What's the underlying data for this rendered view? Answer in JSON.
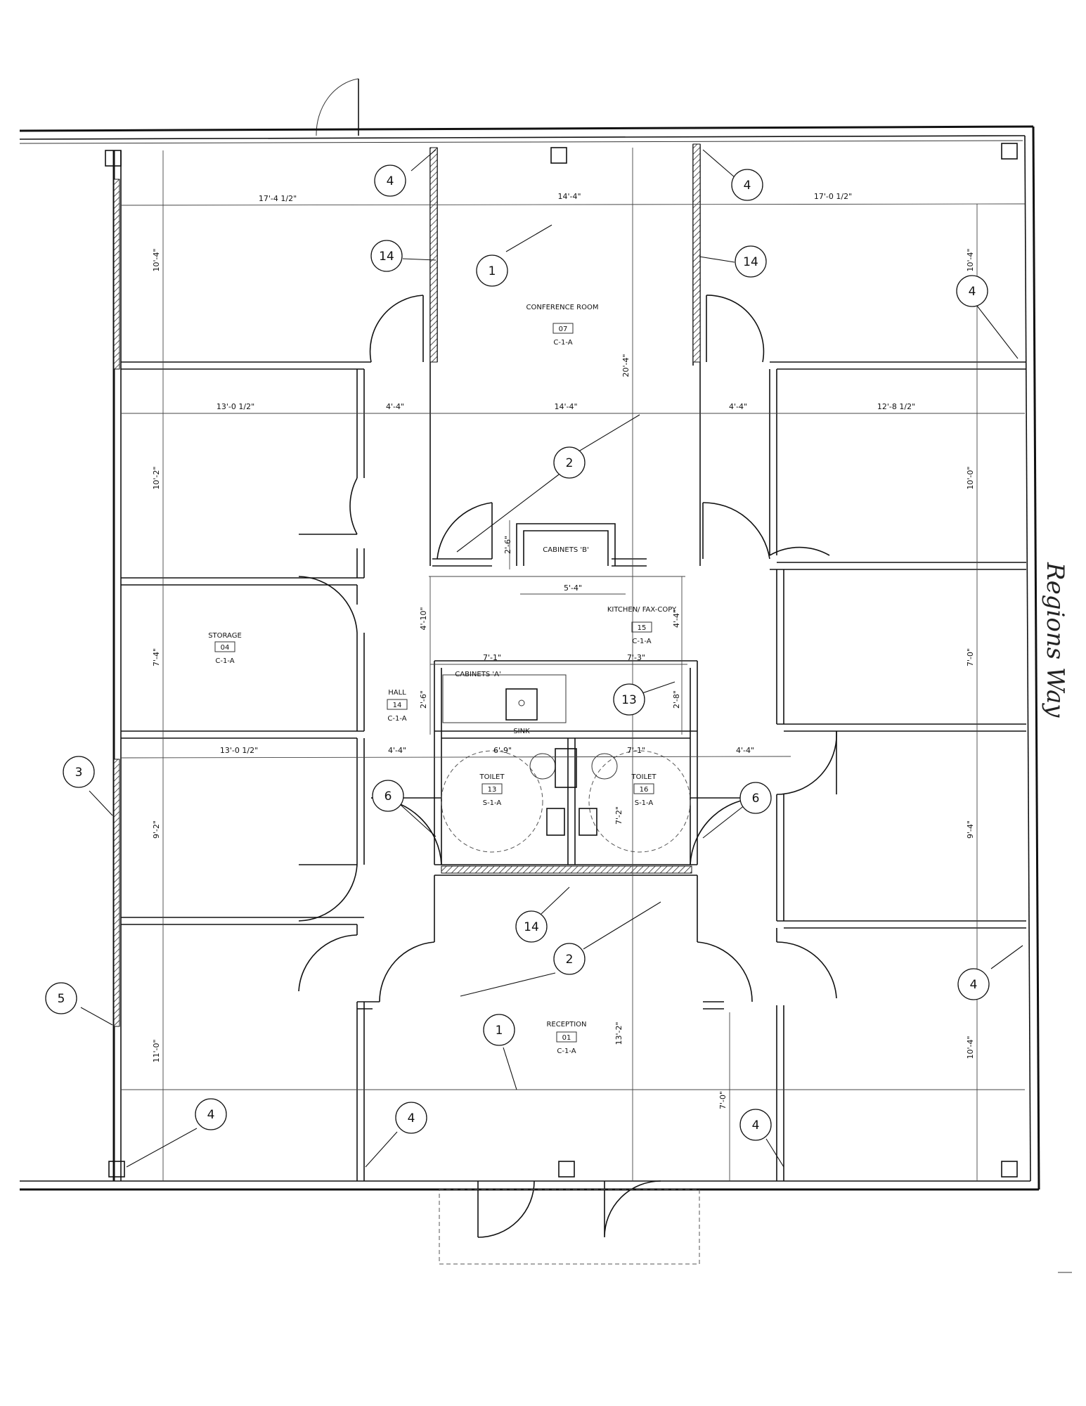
{
  "annotation": "Regions Way",
  "rooms": [
    {
      "name": "CONFERENCE ROOM",
      "number": "07",
      "code": "C-1-A"
    },
    {
      "name": "STORAGE",
      "number": "04",
      "code": "C-1-A"
    },
    {
      "name": "KITCHEN/ FAX-COPY",
      "number": "15",
      "code": "C-1-A"
    },
    {
      "name": "HALL",
      "number": "14",
      "code": "C-1-A"
    },
    {
      "name": "TOILET",
      "number": "13",
      "code": "S-1-A"
    },
    {
      "name": "TOILET",
      "number": "16",
      "code": "S-1-A"
    },
    {
      "name": "RECEPTION",
      "number": "01",
      "code": "C-1-A"
    }
  ],
  "fixtures": {
    "sink": "SINK",
    "cabinets_a": "CABINETS 'A'",
    "cabinets_b": "CABINETS 'B'"
  },
  "dimensions": {
    "d1": "17'-4 1/2\"",
    "d2": "14'-4\"",
    "d3": "17'-0 1/2\"",
    "d4": "10'-4\"",
    "d5": "10'-4\"",
    "d6": "20'-4\"",
    "d7": "13'-0 1/2\"",
    "d8": "4'-4\"",
    "d9": "14'-4\"",
    "d10": "4'-4\"",
    "d11": "12'-8 1/2\"",
    "d12": "10'-2\"",
    "d13": "10'-0\"",
    "d14": "2'-6\"",
    "d15": "5'-4\"",
    "d16": "4'-10\"",
    "d17": "4'-4\"",
    "d18": "7'-4\"",
    "d19": "7'-1\"",
    "d20": "7'-3\"",
    "d21": "2'-6\"",
    "d22": "2'-8\"",
    "d23": "7'-0\"",
    "d24": "13'-0 1/2\"",
    "d25": "4'-4\"",
    "d26": "6'-9\"",
    "d27": "7'-1\"",
    "d28": "4'-4\"",
    "d29": "9'-2\"",
    "d30": "7'-2\"",
    "d31": "9'-4\"",
    "d32": "11'-0\"",
    "d33": "13'-2\"",
    "d34": "10'-4\"",
    "d35": "7'-0\""
  },
  "keynotes": [
    "4",
    "4",
    "1",
    "14",
    "14",
    "4",
    "2",
    "13",
    "3",
    "6",
    "6",
    "14",
    "2",
    "1",
    "4",
    "5",
    "4",
    "4",
    "4"
  ]
}
